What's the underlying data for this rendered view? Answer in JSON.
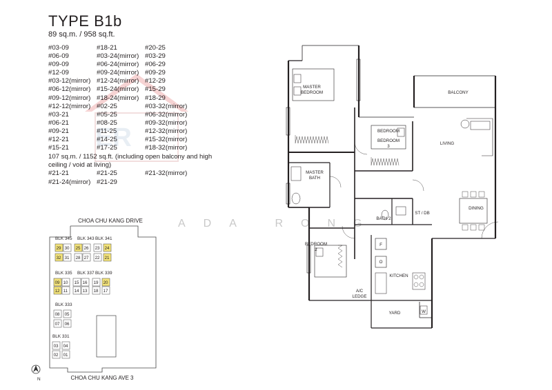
{
  "header": {
    "title": "TYPE B1b",
    "area": "89 sq.m. / 958 sq.ft."
  },
  "units": [
    "#03-09",
    "#18-21",
    "#20-25",
    "#06-09",
    "#03-24(mirror)",
    "#03-29",
    "#09-09",
    "#06-24(mirror)",
    "#06-29",
    "#12-09",
    "#09-24(mirror)",
    "#09-29",
    "#03-12(mirror)",
    "#12-24(mirror)",
    "#12-29",
    "#06-12(mirror)",
    "#15-24(mirror)",
    "#15-29",
    "#09-12(mirror)",
    "#18-24(mirror)",
    "#18-29",
    "#12-12(mirror)",
    "#02-25",
    "#03-32(mirror)",
    "#03-21",
    "#05-25",
    "#06-32(mirror)",
    "#06-21",
    "#08-25",
    "#09-32(mirror)",
    "#09-21",
    "#11-25",
    "#12-32(mirror)",
    "#12-21",
    "#14-25",
    "#15-32(mirror)",
    "#15-21",
    "#17-25",
    "#18-32(mirror)"
  ],
  "note": "107 sq.m. / 1152 sq.ft. (including open balcony and high ceiling / void at living)",
  "units_special": [
    "#21-21",
    "#21-25",
    "#21-32(mirror)",
    "#21-24(mirror)",
    "#21-29"
  ],
  "watermark": "ADA RONG",
  "site_plan": {
    "road_top": "CHOA CHU KANG DRIVE",
    "road_bottom": "CHOA CHU KANG AVE 3",
    "north": "N",
    "blocks": [
      "BLK 345",
      "BLK 343",
      "BLK 341",
      "BLK 335",
      "BLK 337",
      "BLK 339",
      "BLK 333",
      "BLK 331"
    ],
    "cells": [
      "29",
      "30",
      "25",
      "26",
      "23",
      "24",
      "32",
      "31",
      "28",
      "27",
      "22",
      "21",
      "09",
      "10",
      "15",
      "16",
      "19",
      "20",
      "12",
      "11",
      "14",
      "13",
      "18",
      "17",
      "08",
      "05",
      "07",
      "06",
      "03",
      "04",
      "02",
      "01"
    ],
    "highlight_color": "#f3e37a"
  },
  "rooms": {
    "master_bedroom": [
      "MASTER",
      "BEDROOM"
    ],
    "balcony": "BALCONY",
    "bedroom": "BEDROOM",
    "bedroom3": [
      "BEDROOM",
      "3"
    ],
    "living": "LIVING",
    "master_bath": [
      "MASTER",
      "BATH"
    ],
    "dining": "DINING",
    "bath2": "BATH 2",
    "stdb": "ST / DB",
    "bedroom2": [
      "BEDROOM",
      "2"
    ],
    "f": "F",
    "o": "O",
    "kitchen": "KITCHEN",
    "ac_ledge": [
      "A/C",
      "LEDGE"
    ],
    "yard": "YARD",
    "w": "W"
  }
}
